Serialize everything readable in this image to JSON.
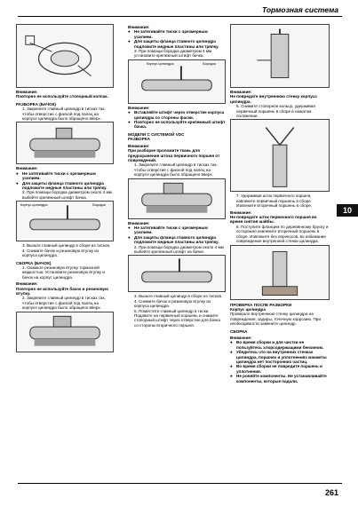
{
  "header": {
    "title": "Тормозная система"
  },
  "side_tab": "10",
  "page_number": "261",
  "col1": {
    "att1_h": "Внимание:",
    "att1_t": "Повторно не используйте стопорный колпак.",
    "sec1": "РАЗБОРКА (БАЧОК)",
    "s1": "1. Закрепите главный цилиндр в тисках так, чтобы отверстие с фаской под палец на корпусе цилиндра было обращено вверх.",
    "att2_h": "Внимание:",
    "b1": "Не затягивайте тиски с чрезмерным усилием.",
    "b2": "Для защиты фланца главного цилиндра подложите медные пластины или тряпку.",
    "s2": "2. При помощи бородка диаметром около 4 мм выбейте крепежный штифт бачка.",
    "fig_label_a": "Корпус цилиндра",
    "fig_label_b": "Бородок",
    "s3": "3. Выньте главный цилиндр в сборе из тисков.",
    "s4": "4. Снимите бачок и резиновую втулку из корпуса цилиндра.",
    "sec2": "СБОРКА (БАЧОК)",
    "s5": "1. Смажьте резиновую втулку тормозной жидкостью. Установите резиновую втулку и бачок на корпус цилиндра.",
    "att3_h": "Внимание:",
    "att3_t": "Повторно не используйте бачок и резиновую втулку.",
    "s6": "2. Закрепите главный цилиндр в тисках так, чтобы отверстие с фаской под палец на корпусе цилиндра было обращено вверх."
  },
  "col2": {
    "att1_h": "Внимание:",
    "b1": "Не затягивайте тиски с чрезмерным усилием.",
    "b2": "Для защиты фланца главного цилиндра подложите медные пластины или тряпку.",
    "s1": "3. При помощи бородка диаметром 4 мм установите крепежный штифт бачка.",
    "fig_label_a": "Корпус цилиндра",
    "fig_label_b": "Бородок",
    "att2_h": "Внимание:",
    "b3": "Вставляйте штифт через отверстие корпуса цилиндра со стороны фаски.",
    "b4": "Повторно не используйте крепежный штифт бачка.",
    "sec1": "МОДЕЛИ С СИСТЕМОЙ VDC",
    "sub1": "РАЗБОРКА",
    "att3_h": "Внимание:",
    "att3_t": "При разборке проложите ткань для предохранения штока первичного поршня от повреждений.",
    "s2": "1. Закрепите главный цилиндр в тисках так, чтобы отверстие с фаской под палец на корпусе цилиндра было обращено вверх.",
    "att4_h": "Внимание:",
    "b5": "Не затягивайте тиски с чрезмерным усилием.",
    "b6": "Для защиты фланца главного цилиндра подложите медные пластины или тряпку.",
    "s3": "2. При помощи бородка диаметром около 4 мм выбейте крепежный штифт на бачке.",
    "s4": "3. Выньте главный цилиндр в сборе из тисков.",
    "s5": "4. Снимите бачок и резиновую втулку из корпуса цилиндра.",
    "s6": "5. Поместите главный цилиндр в тиски. Подавите на первичный поршень и снимите стопорный штифт через отверстие для бачка со стороны вторичного поршня."
  },
  "col3": {
    "att1_h": "Внимание:",
    "att1_t": "Не повредите внутреннюю стенку корпуса цилиндра.",
    "s1": "6. Снимите стопорное кольцо, удерживая первичный поршень в сборе в нажатом положении.",
    "s2": "7. Удерживая шток первичного поршня, извлеките первичный поршень в сборе. Извлеките вторичный поршень в сборе.",
    "att2_h": "Внимание:",
    "att2_t": "Не повредите шток первичного поршня во время снятия шайбы.",
    "s3": "8. Поступите фланцем по деревянному бруску и осторожно извлеките вторичный поршень в сборе. Извлеките без перекосов, во избежание повреждения внутренней стенки цилиндра.",
    "sec1": "ПРОВЕРКА ПОСЛЕ РАЗБОРКИ",
    "sub1": "Корпус цилиндра",
    "t1": "Проверьте внутреннюю стенку цилиндра на повреждения, задиры, точечную коррозию. При необходимости замените цилиндр.",
    "sec2": "СБОРКА",
    "att3_h": "Внимание:",
    "b1": "Во время сборки и для чистки не пользуйтесь хлорсодержащими бензином.",
    "b2": "Убедитесь что на внутренних стенках цилиндра, поршнях и уплотнениях манжеты цилиндра нет посторонних частиц.",
    "b3": "Во время сборки не повредите поршень и уплотнения.",
    "b4": "Не роняйте компоненты. Не устанавливайте компоненты, которые падали."
  }
}
